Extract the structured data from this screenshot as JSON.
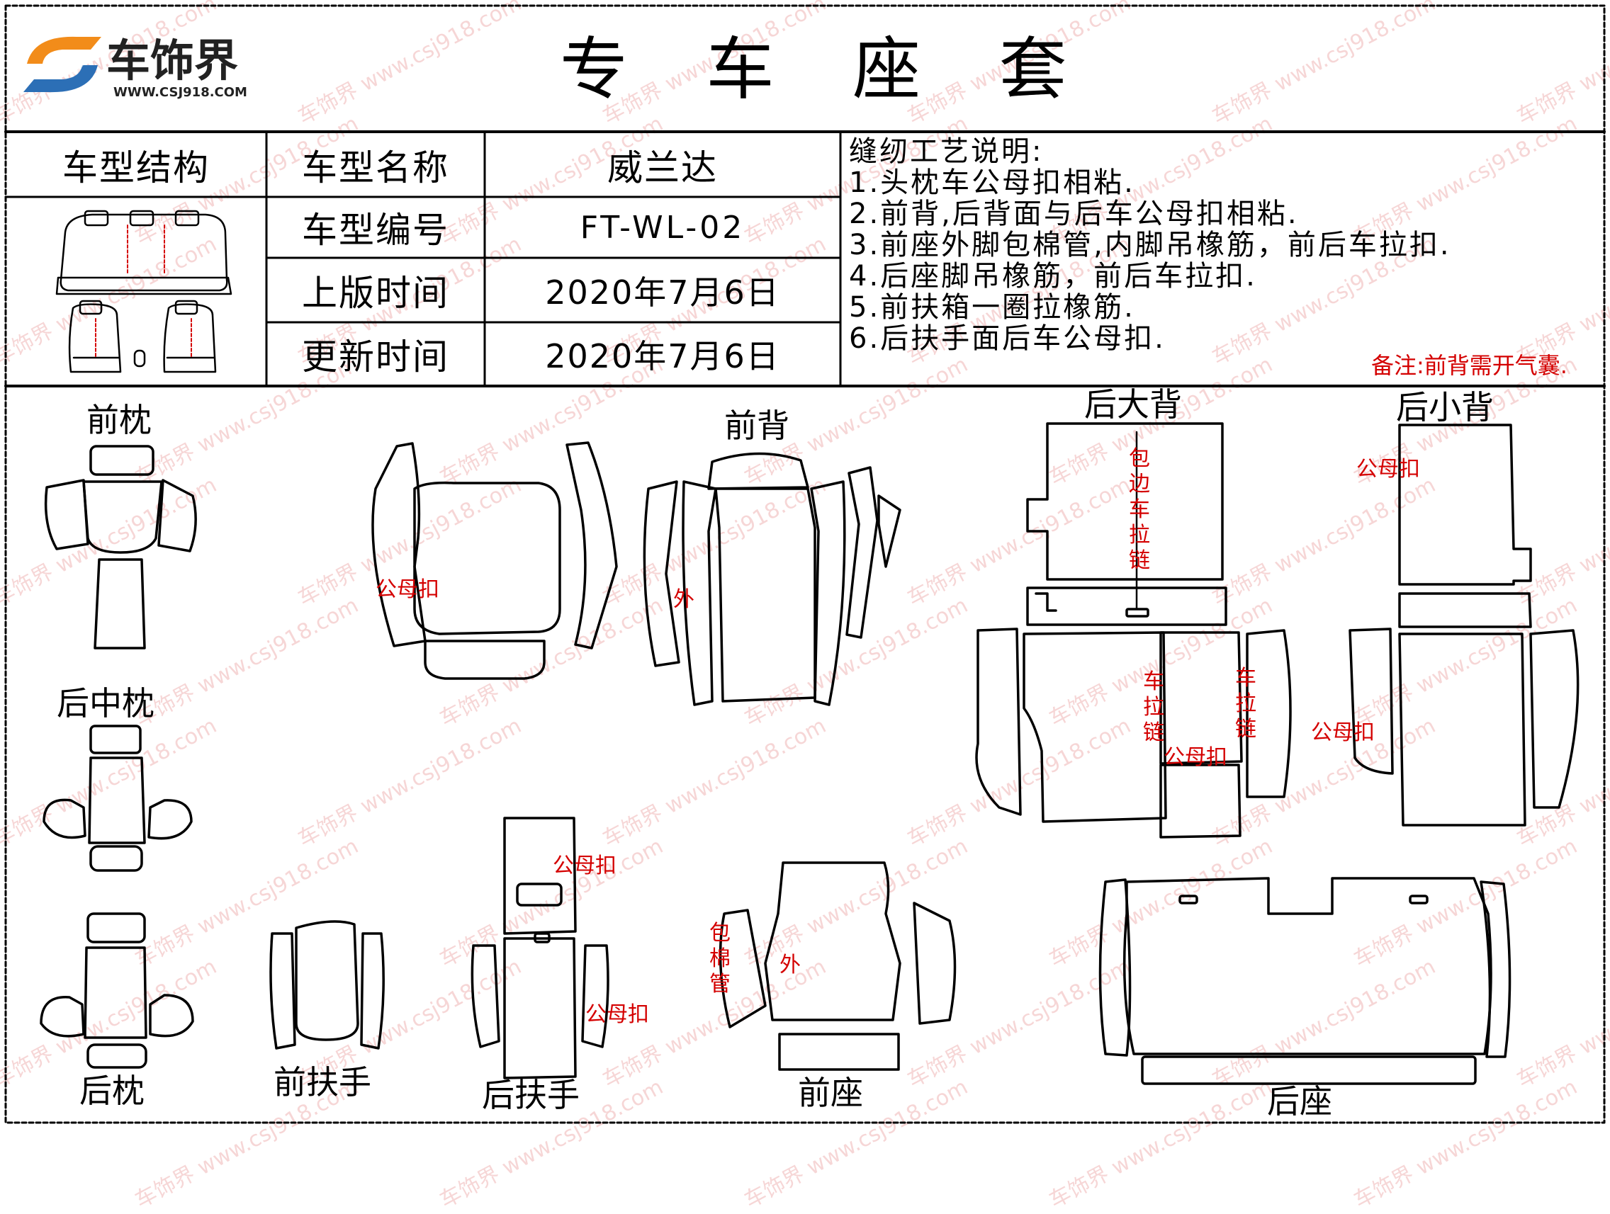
{
  "brand": {
    "name": "车饰界",
    "url": "WWW.CSJ918.COM"
  },
  "title": "专 车 座 套",
  "info_table": {
    "structure_label": "车型结构",
    "rows": [
      {
        "label": "车型名称",
        "value": "威兰达"
      },
      {
        "label": "车型编号",
        "value": "FT-WL-02"
      },
      {
        "label": "上版时间",
        "value": "2020年7月6日"
      },
      {
        "label": "更新时间",
        "value": "2020年7月6日"
      }
    ]
  },
  "sewing": {
    "heading": "缝纫工艺说明:",
    "items": [
      "1.头枕车公母扣相粘.",
      "2.前背,后背面与后车公母扣相粘.",
      "3.前座外脚包棉管,内脚吊橡筋，前后车拉扣.",
      "4.后座脚吊橡筋，前后车拉扣.",
      "5.前扶箱一圈拉橡筋.",
      "6.后扶手面后车公母扣."
    ],
    "note": "备注:前背需开气囊."
  },
  "parts": {
    "front_pillow": "前枕",
    "rear_mid_pillow": "后中枕",
    "rear_pillow": "后枕",
    "front_armrest": "前扶手",
    "rear_armrest": "后扶手",
    "front_seat": "前座",
    "rear_seat": "后座",
    "front_back": "前背",
    "rear_big_back": "后大背",
    "rear_small_back": "后小背"
  },
  "annotations": {
    "snap": "公母扣",
    "outer": "外",
    "edge_zipper": "包边车拉链",
    "sew_zipper": "车拉链",
    "foam_tube": "包棉管"
  },
  "watermark": {
    "text1": "车饰界",
    "text2": "www.csj918.com"
  },
  "colors": {
    "line": "#000000",
    "annotation": "#d40000",
    "watermark": "#f0b5b5"
  }
}
